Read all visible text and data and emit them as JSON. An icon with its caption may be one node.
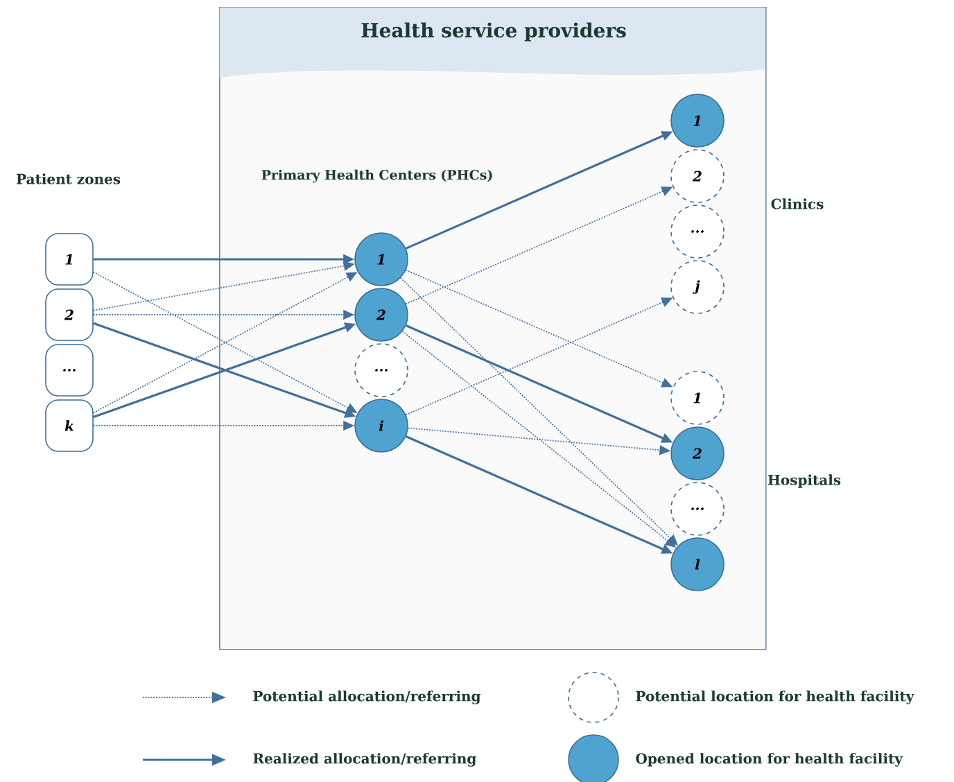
{
  "diagram": {
    "nodes": [
      {
        "text": [
          "Health service providers"
        ]
      },
      {
        "text": [
          "1"
        ]
      },
      {
        "text": [
          "2"
        ]
      },
      {
        "text": [
          "..."
        ]
      },
      {
        "text": [
          "k"
        ]
      },
      {
        "text": [
          "1"
        ],
        "in": 0
      },
      {
        "text": [
          "2"
        ],
        "in": 0
      },
      {
        "text": [
          "..."
        ],
        "in": 0
      },
      {
        "text": [
          "i"
        ],
        "in": 0
      },
      {
        "text": [
          "1"
        ],
        "in": 0
      },
      {
        "text": [
          "2"
        ],
        "in": 0
      },
      {
        "text": [
          "..."
        ],
        "in": 0
      },
      {
        "text": [
          "j"
        ],
        "in": 0
      },
      {
        "text": [
          "1"
        ],
        "in": 0
      },
      {
        "text": [
          "2"
        ],
        "in": 0
      },
      {
        "text": [
          "..."
        ],
        "in": 0
      },
      {
        "text": [
          "l"
        ],
        "in": 0
      }
    ],
    "edges": [
      {
        "from": 1,
        "to": 5,
        "arrow": "to"
      },
      {
        "from": 1,
        "to": 8,
        "arrow": "to",
        "style": "dashed"
      },
      {
        "from": 2,
        "to": 5,
        "arrow": "to",
        "style": "dashed"
      },
      {
        "from": 2,
        "to": 6,
        "arrow": "to",
        "style": "dashed"
      },
      {
        "from": 2,
        "to": 8,
        "arrow": "to"
      },
      {
        "from": 4,
        "to": 5,
        "arrow": "to",
        "style": "dashed"
      },
      {
        "from": 4,
        "to": 6,
        "arrow": "to"
      },
      {
        "from": 4,
        "to": 8,
        "arrow": "to",
        "style": "dashed"
      },
      {
        "from": 5,
        "to": 9,
        "arrow": "to"
      },
      {
        "from": 5,
        "to": 13,
        "arrow": "to",
        "style": "dashed"
      },
      {
        "from": 5,
        "to": 16,
        "arrow": "to",
        "style": "dashed"
      },
      {
        "from": 6,
        "to": 10,
        "arrow": "to",
        "style": "dashed"
      },
      {
        "from": 6,
        "to": 14,
        "arrow": "to"
      },
      {
        "from": 6,
        "to": 16,
        "arrow": "to",
        "style": "dashed"
      },
      {
        "from": 8,
        "to": 12,
        "arrow": "to",
        "style": "dashed"
      },
      {
        "from": 8,
        "to": 14,
        "arrow": "to",
        "style": "dashed"
      },
      {
        "from": 8,
        "to": 16,
        "arrow": "to"
      }
    ],
    "labels": [
      "Patient zones",
      "Primary Health Centers (PHCs)",
      "Clinics",
      "Hospitals"
    ],
    "legend": [
      {
        "text": "Potential allocation/referring"
      },
      {
        "text": "Potential location for health facility"
      },
      {
        "text": "Realized allocation/referring"
      },
      {
        "text": "Opened location for health facility"
      }
    ]
  }
}
